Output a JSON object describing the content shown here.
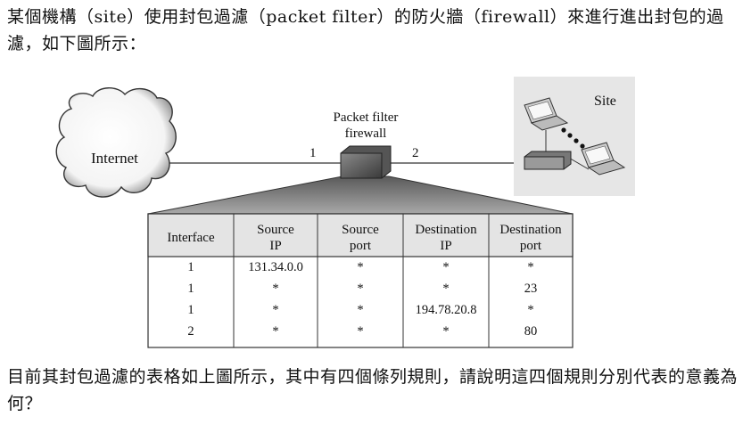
{
  "question": {
    "intro": "某個機構（site）使用封包過濾（packet filter）的防火牆（firewall）來進行進出封包的過濾，如下圖所示：",
    "ask": "目前其封包過濾的表格如上圖所示，其中有四個條列規則，請說明這四個規則分別代表的意義為何？"
  },
  "diagram": {
    "internet_label": "Internet",
    "firewall_label_line1": "Packet filter",
    "firewall_label_line2": "firewall",
    "interface_1": "1",
    "interface_2": "2",
    "site_label": "Site"
  },
  "filter_table": {
    "headers": [
      [
        "Interface",
        ""
      ],
      [
        "Source",
        "IP"
      ],
      [
        "Source",
        "port"
      ],
      [
        "Destination",
        "IP"
      ],
      [
        "Destination",
        "port"
      ]
    ],
    "rows": [
      [
        "1",
        "131.34.0.0",
        "*",
        "*",
        "*"
      ],
      [
        "1",
        "*",
        "*",
        "*",
        "23"
      ],
      [
        "1",
        "*",
        "*",
        "194.78.20.8",
        "*"
      ],
      [
        "2",
        "*",
        "*",
        "*",
        "80"
      ]
    ]
  }
}
